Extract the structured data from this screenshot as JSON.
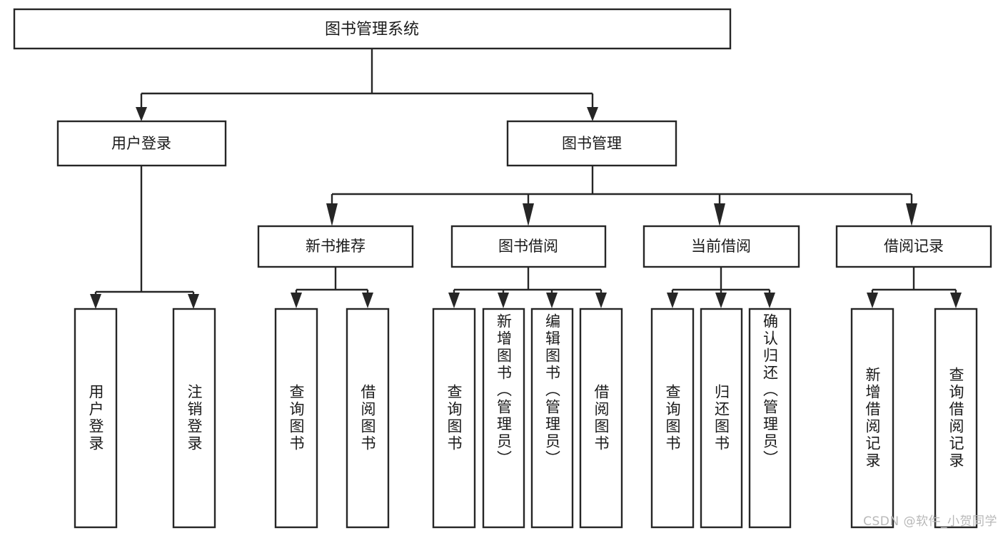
{
  "diagram": {
    "title_node": {
      "label": "图书管理系统"
    },
    "level2": [
      {
        "id": "user-login",
        "label": "用户登录"
      },
      {
        "id": "book-management",
        "label": "图书管理"
      }
    ],
    "level3": [
      {
        "id": "new-book-recommend",
        "label": "新书推荐"
      },
      {
        "id": "book-borrow",
        "label": "图书借阅"
      },
      {
        "id": "current-borrow",
        "label": "当前借阅"
      },
      {
        "id": "borrow-record",
        "label": "借阅记录"
      }
    ],
    "leaves": [
      {
        "id": "leaf-user-login",
        "label": "用户登录",
        "parent": "user-login"
      },
      {
        "id": "leaf-logout",
        "label": "注销登录",
        "parent": "user-login"
      },
      {
        "id": "leaf-query-book-1",
        "label": "查询图书",
        "parent": "new-book-recommend"
      },
      {
        "id": "leaf-borrow-book-1",
        "label": "借阅图书",
        "parent": "new-book-recommend"
      },
      {
        "id": "leaf-query-book-2",
        "label": "查询图书",
        "parent": "book-borrow"
      },
      {
        "id": "leaf-add-book",
        "label": "新增图书（管理员）",
        "parent": "book-borrow"
      },
      {
        "id": "leaf-edit-book",
        "label": "编辑图书（管理员）",
        "parent": "book-borrow"
      },
      {
        "id": "leaf-borrow-book-2",
        "label": "借阅图书",
        "parent": "book-borrow"
      },
      {
        "id": "leaf-query-book-3",
        "label": "查询图书",
        "parent": "current-borrow"
      },
      {
        "id": "leaf-return-book",
        "label": "归还图书",
        "parent": "current-borrow"
      },
      {
        "id": "leaf-confirm-return",
        "label": "确认归还（管理员）",
        "parent": "current-borrow"
      },
      {
        "id": "leaf-add-record",
        "label": "新增借阅记录",
        "parent": "borrow-record"
      },
      {
        "id": "leaf-query-record",
        "label": "查询借阅记录",
        "parent": "borrow-record"
      }
    ]
  },
  "watermark": {
    "text": "CSDN @软件_小贺同学"
  },
  "colors": {
    "stroke": "#262626",
    "fill": "#ffffff",
    "text": "#1a1a1a",
    "watermark": "#b8b8b8"
  }
}
